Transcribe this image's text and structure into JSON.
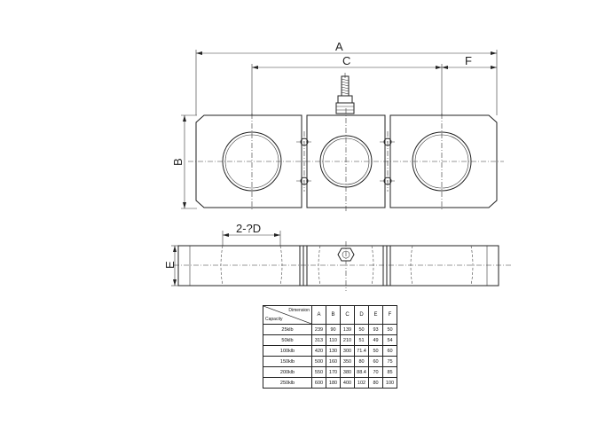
{
  "labels": {
    "dim_A": "A",
    "dim_B": "B",
    "dim_C": "C",
    "dim_D": "2-?D",
    "dim_E": "E",
    "dim_F": "F"
  },
  "table": {
    "header_dimension": "Dimension",
    "header_capacity": "Capacity",
    "columns": [
      "A",
      "B",
      "C",
      "D",
      "E",
      "F"
    ],
    "rows": [
      {
        "capacity": "25klb",
        "values": [
          "239",
          "90",
          "139",
          "50",
          "93",
          "50"
        ]
      },
      {
        "capacity": "50klb",
        "values": [
          "313",
          "110",
          "210",
          "51",
          "49",
          "54"
        ]
      },
      {
        "capacity": "100klb",
        "values": [
          "420",
          "130",
          "300",
          "71.4",
          "50",
          "60"
        ]
      },
      {
        "capacity": "150klb",
        "values": [
          "500",
          "160",
          "350",
          "80",
          "60",
          "75"
        ]
      },
      {
        "capacity": "200klb",
        "values": [
          "550",
          "170",
          "380",
          "88.4",
          "70",
          "85"
        ]
      },
      {
        "capacity": "250klb",
        "values": [
          "600",
          "180",
          "400",
          "102",
          "80",
          "100"
        ]
      }
    ]
  }
}
